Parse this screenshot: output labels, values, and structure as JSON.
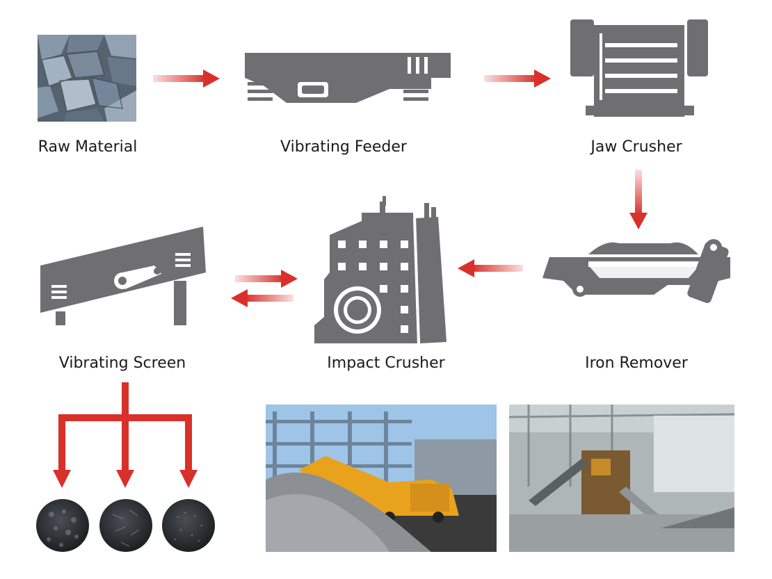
{
  "diagram": {
    "accent_color": "#d9302a",
    "machine_color": "#6f6f71",
    "steps": [
      {
        "id": "raw",
        "label": "Raw Material",
        "icon": "raw-material-photo"
      },
      {
        "id": "feeder",
        "label": "Vibrating Feeder",
        "icon": "vibrating-feeder-icon"
      },
      {
        "id": "jaw",
        "label": "Jaw Crusher",
        "icon": "jaw-crusher-icon"
      },
      {
        "id": "iron",
        "label": "Iron Remover",
        "icon": "iron-remover-icon"
      },
      {
        "id": "impact",
        "label": "Impact Crusher",
        "icon": "impact-crusher-icon"
      },
      {
        "id": "screen",
        "label": "Vibrating Screen",
        "icon": "vibrating-screen-icon"
      }
    ],
    "flows": [
      {
        "from": "raw",
        "to": "feeder"
      },
      {
        "from": "feeder",
        "to": "jaw"
      },
      {
        "from": "jaw",
        "to": "iron"
      },
      {
        "from": "iron",
        "to": "impact"
      },
      {
        "from": "impact",
        "to": "screen"
      },
      {
        "from": "screen",
        "to": "impact"
      }
    ],
    "outputs": [
      "output-aggregate-coarse",
      "output-aggregate-medium",
      "output-aggregate-fine"
    ],
    "photos": [
      "mobile-crusher-site-photo",
      "crushing-plant-interior-photo"
    ]
  }
}
